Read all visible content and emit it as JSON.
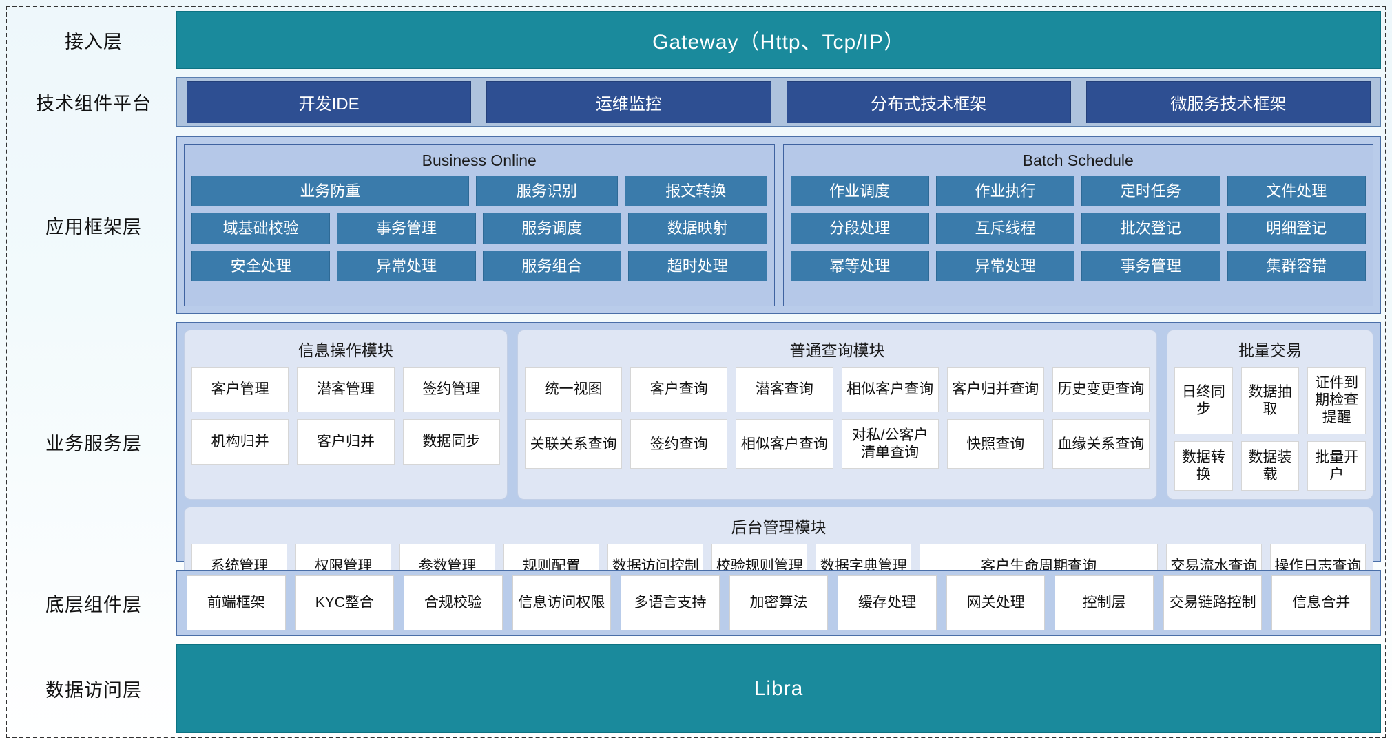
{
  "layers": {
    "access": {
      "label": "接入层",
      "bar": "Gateway（Http、Tcp/IP）",
      "color": "#1a8a9c"
    },
    "tech": {
      "label": "技术组件平台",
      "chips": [
        "开发IDE",
        "运维监控",
        "分布式技术框架",
        "微服务技术框架"
      ],
      "chip_color": "#2e4f92"
    },
    "appframe": {
      "label": "应用框架层",
      "groups": [
        {
          "title": "Business Online",
          "rows": [
            [
              {
                "text": "业务防重",
                "span": 2
              },
              {
                "text": "服务识别",
                "span": 1
              },
              {
                "text": "报文转换",
                "span": 1
              }
            ],
            [
              {
                "text": "域基础校验",
                "span": 1
              },
              {
                "text": "事务管理",
                "span": 1
              },
              {
                "text": "服务调度",
                "span": 1
              },
              {
                "text": "数据映射",
                "span": 1
              }
            ],
            [
              {
                "text": "安全处理",
                "span": 1
              },
              {
                "text": "异常处理",
                "span": 1
              },
              {
                "text": "服务组合",
                "span": 1
              },
              {
                "text": "超时处理",
                "span": 1
              }
            ]
          ]
        },
        {
          "title": "Batch Schedule",
          "rows": [
            [
              {
                "text": "作业调度",
                "span": 1
              },
              {
                "text": "作业执行",
                "span": 1
              },
              {
                "text": "定时任务",
                "span": 1
              },
              {
                "text": "文件处理",
                "span": 1
              }
            ],
            [
              {
                "text": "分段处理",
                "span": 1
              },
              {
                "text": "互斥线程",
                "span": 1
              },
              {
                "text": "批次登记",
                "span": 1
              },
              {
                "text": "明细登记",
                "span": 1
              }
            ],
            [
              {
                "text": "幂等处理",
                "span": 1
              },
              {
                "text": "异常处理",
                "span": 1
              },
              {
                "text": "事务管理",
                "span": 1
              },
              {
                "text": "集群容错",
                "span": 1
              }
            ]
          ]
        }
      ]
    },
    "business": {
      "label": "业务服务层",
      "top_groups": [
        {
          "title": "信息操作模块",
          "rows": [
            [
              "客户管理",
              "潜客管理",
              "签约管理"
            ],
            [
              "机构归并",
              "客户归并",
              "数据同步"
            ]
          ]
        },
        {
          "title": "普通查询模块",
          "rows": [
            [
              "统一视图",
              "客户查询",
              "潜客查询",
              "相似客户查询",
              "客户归并查询",
              "历史变更查询"
            ],
            [
              "关联关系查询",
              "签约查询",
              "相似客户查询",
              "对私/公客户清单查询",
              "快照查询",
              "血缘关系查询"
            ]
          ]
        },
        {
          "title": "批量交易",
          "rows": [
            [
              "日终同步",
              "数据抽取",
              "证件到期检查提醒"
            ],
            [
              "数据转换",
              "数据装载",
              "批量开户"
            ]
          ]
        }
      ],
      "admin_group": {
        "title": "后台管理模块",
        "cells": [
          {
            "text": "系统管理",
            "wide": false
          },
          {
            "text": "权限管理",
            "wide": false
          },
          {
            "text": "参数管理",
            "wide": false
          },
          {
            "text": "规则配置",
            "wide": false
          },
          {
            "text": "数据访问控制",
            "wide": false
          },
          {
            "text": "校验规则管理",
            "wide": false
          },
          {
            "text": "数据字典管理",
            "wide": false
          },
          {
            "text": "客户生命周期查询",
            "wide": true
          },
          {
            "text": "交易流水查询",
            "wide": false
          },
          {
            "text": "操作日志查询",
            "wide": false
          }
        ]
      }
    },
    "components": {
      "label": "底层组件层",
      "cells": [
        "前端框架",
        "KYC整合",
        "合规校验",
        "信息访问权限",
        "多语言支持",
        "加密算法",
        "缓存处理",
        "网关处理",
        "控制层",
        "交易链路控制",
        "信息合并"
      ]
    },
    "data": {
      "label": "数据访问层",
      "bar": "Libra",
      "color": "#1a8a9c"
    }
  }
}
